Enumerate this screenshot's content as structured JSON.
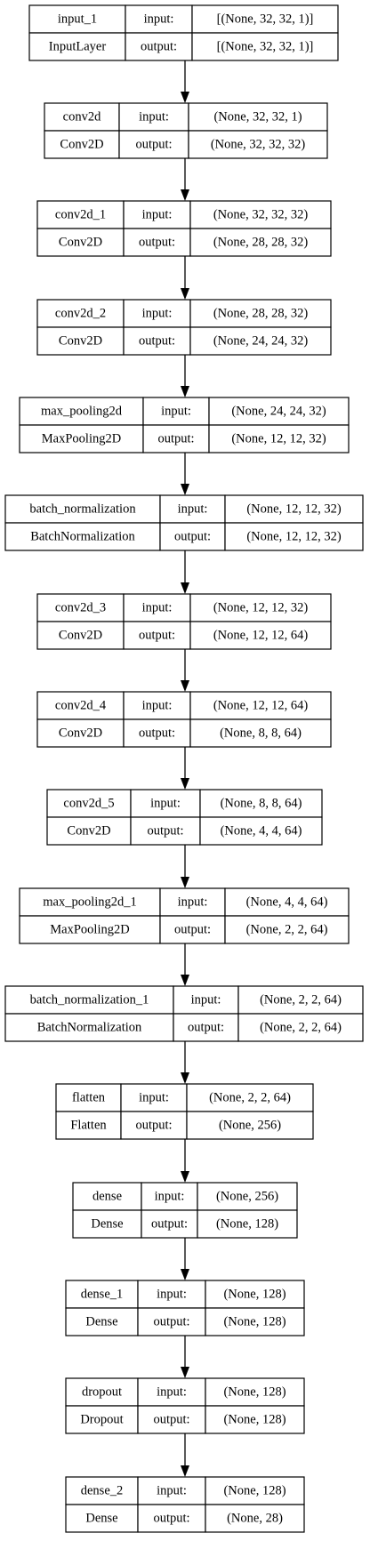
{
  "diagram": {
    "labels": {
      "input": "input:",
      "output": "output:"
    },
    "layers": [
      {
        "name": "input_1",
        "type": "InputLayer",
        "input": "[(None, 32, 32, 1)]",
        "output": "[(None, 32, 32, 1)]"
      },
      {
        "name": "conv2d",
        "type": "Conv2D",
        "input": "(None, 32, 32, 1)",
        "output": "(None, 32, 32, 32)"
      },
      {
        "name": "conv2d_1",
        "type": "Conv2D",
        "input": "(None, 32, 32, 32)",
        "output": "(None, 28, 28, 32)"
      },
      {
        "name": "conv2d_2",
        "type": "Conv2D",
        "input": "(None, 28, 28, 32)",
        "output": "(None, 24, 24, 32)"
      },
      {
        "name": "max_pooling2d",
        "type": "MaxPooling2D",
        "input": "(None, 24, 24, 32)",
        "output": "(None, 12, 12, 32)"
      },
      {
        "name": "batch_normalization",
        "type": "BatchNormalization",
        "input": "(None, 12, 12, 32)",
        "output": "(None, 12, 12, 32)"
      },
      {
        "name": "conv2d_3",
        "type": "Conv2D",
        "input": "(None, 12, 12, 32)",
        "output": "(None, 12, 12, 64)"
      },
      {
        "name": "conv2d_4",
        "type": "Conv2D",
        "input": "(None, 12, 12, 64)",
        "output": "(None, 8, 8, 64)"
      },
      {
        "name": "conv2d_5",
        "type": "Conv2D",
        "input": "(None, 8, 8, 64)",
        "output": "(None, 4, 4, 64)"
      },
      {
        "name": "max_pooling2d_1",
        "type": "MaxPooling2D",
        "input": "(None, 4, 4, 64)",
        "output": "(None, 2, 2, 64)"
      },
      {
        "name": "batch_normalization_1",
        "type": "BatchNormalization",
        "input": "(None, 2, 2, 64)",
        "output": "(None, 2, 2, 64)"
      },
      {
        "name": "flatten",
        "type": "Flatten",
        "input": "(None, 2, 2, 64)",
        "output": "(None, 256)"
      },
      {
        "name": "dense",
        "type": "Dense",
        "input": "(None, 256)",
        "output": "(None, 128)"
      },
      {
        "name": "dense_1",
        "type": "Dense",
        "input": "(None, 128)",
        "output": "(None, 128)"
      },
      {
        "name": "dropout",
        "type": "Dropout",
        "input": "(None, 128)",
        "output": "(None, 128)"
      },
      {
        "name": "dense_2",
        "type": "Dense",
        "input": "(None, 128)",
        "output": "(None, 28)"
      }
    ]
  }
}
